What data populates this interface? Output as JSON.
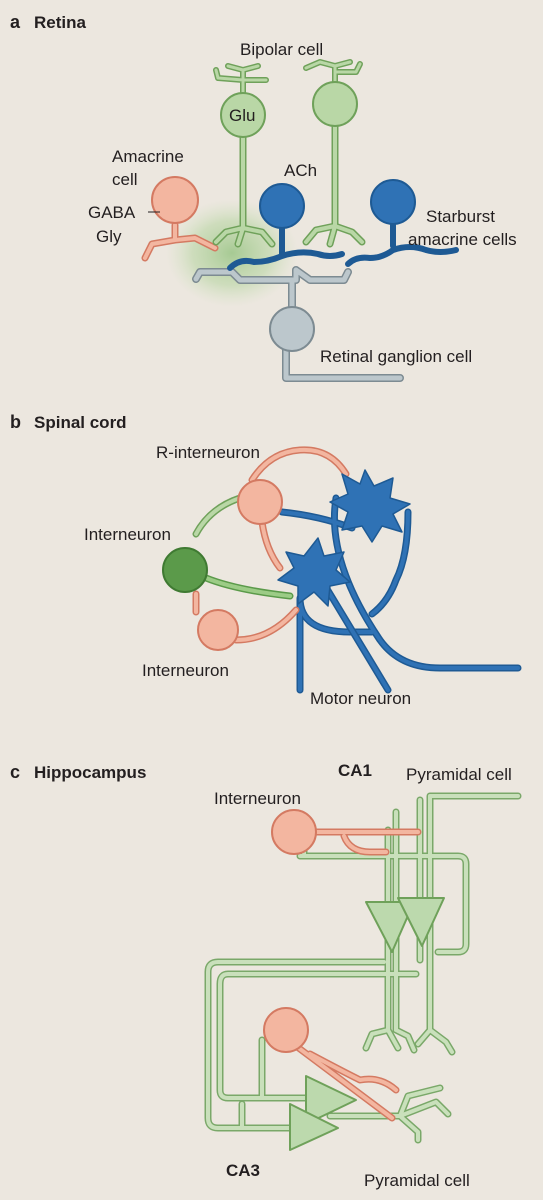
{
  "panel_a": {
    "letter": "a",
    "title": "Retina",
    "labels": {
      "bipolar_cell": "Bipolar cell",
      "glu": "Glu",
      "ach": "ACh",
      "amacrine_cell_line1": "Amacrine",
      "amacrine_cell_line2": "cell",
      "gaba": "GABA",
      "gly": "Gly",
      "starburst_line1": "Starburst",
      "starburst_line2": "amacrine cells",
      "retinal_ganglion_cell": "Retinal ganglion cell"
    }
  },
  "panel_b": {
    "letter": "b",
    "title": "Spinal cord",
    "labels": {
      "r_interneuron": "R-interneuron",
      "interneuron_upper": "Interneuron",
      "interneuron_lower": "Interneuron",
      "motor_neuron": "Motor neuron"
    }
  },
  "panel_c": {
    "letter": "c",
    "title": "Hippocampus",
    "labels": {
      "ca1": "CA1",
      "ca3": "CA3",
      "pyramidal_cell_top": "Pyramidal cell",
      "pyramidal_cell_bottom": "Pyramidal cell",
      "interneuron": "Interneuron"
    }
  },
  "colors": {
    "background": "#ece7df",
    "green_fill": "#b9d7a6",
    "green_stroke": "#6fa15a",
    "dark_green": "#5b9a4a",
    "blue_fill": "#2f72b5",
    "blue_stroke": "#1e5a94",
    "salmon_fill": "#f3b6a0",
    "salmon_stroke": "#d47a62",
    "gray_fill": "#bcc7cc",
    "gray_stroke": "#7d8b92",
    "light_green_pyr": "#bcd9ad"
  }
}
